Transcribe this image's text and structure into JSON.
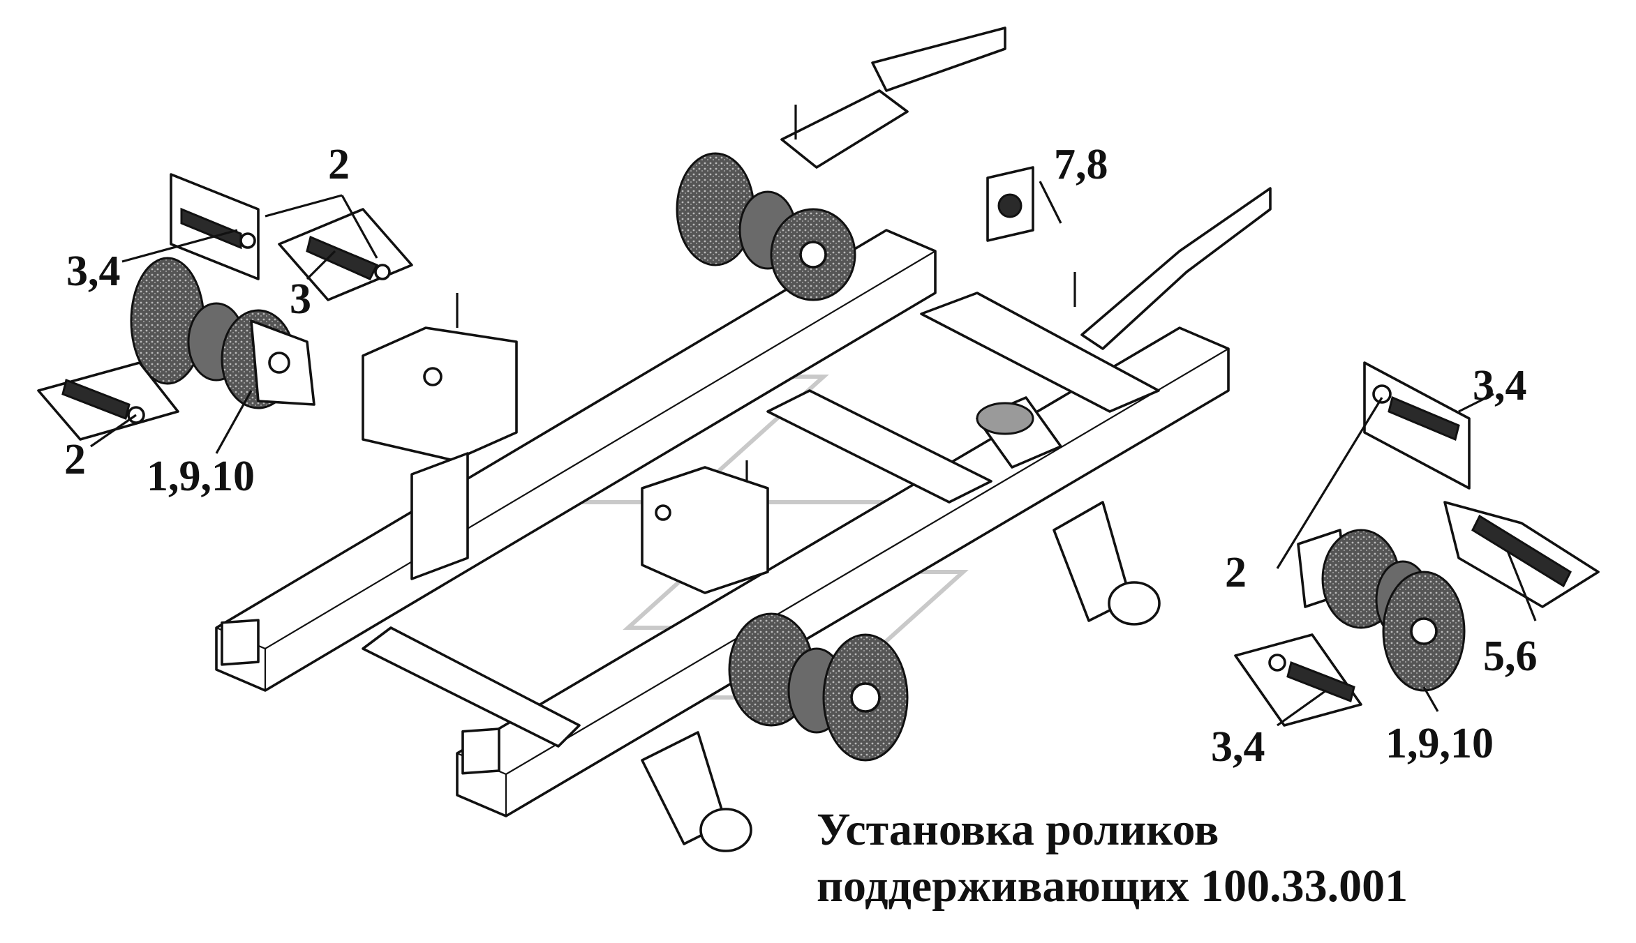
{
  "callouts": {
    "c1": "2",
    "c2": "3,4",
    "c3": "3",
    "c4": "2",
    "c5": "1,9,10",
    "c6": "7,8",
    "c7": "3,4",
    "c8": "2",
    "c9": "5,6",
    "c10": "3,4",
    "c11": "1,9,10"
  },
  "caption": {
    "line1": "Установка роликов",
    "line2": "поддерживающих 100.33.001"
  }
}
